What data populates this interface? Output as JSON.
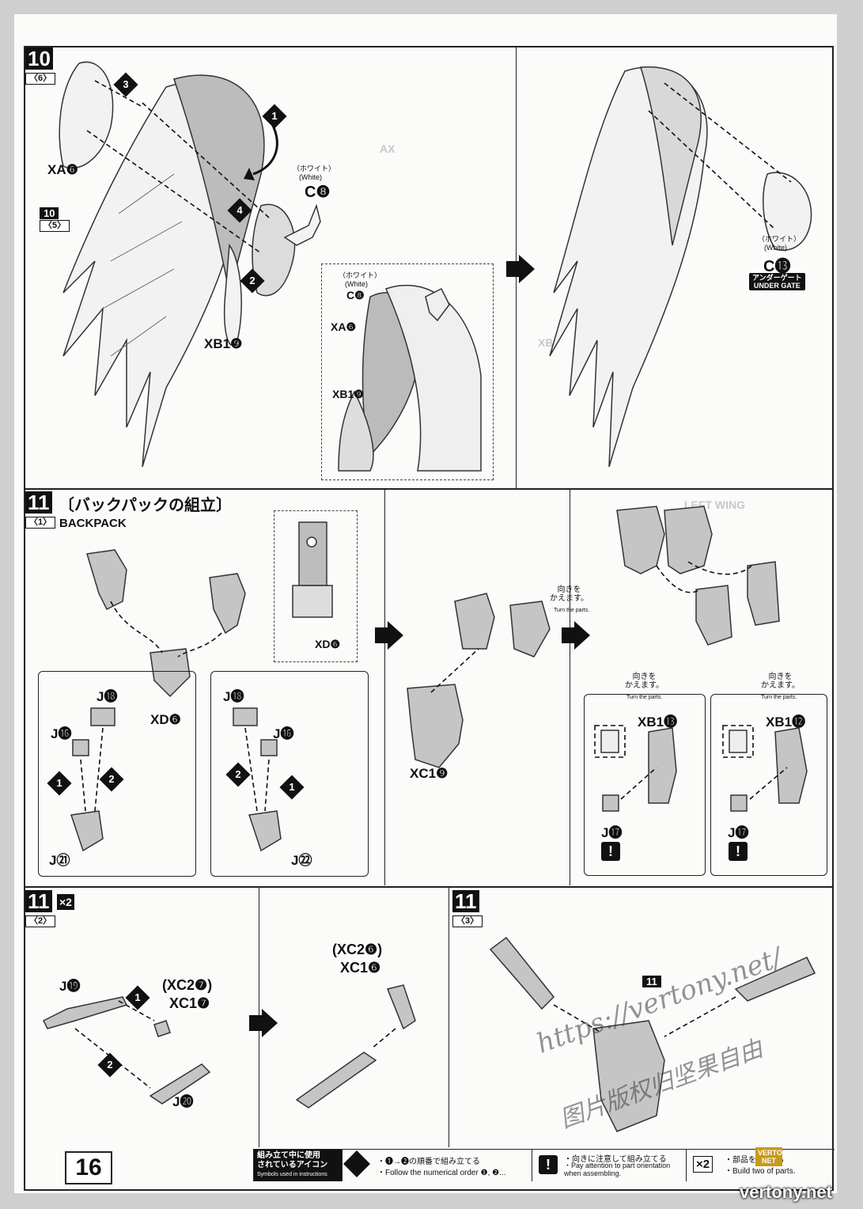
{
  "page_number": "16",
  "step10": {
    "number": "10",
    "sub": "〈6〉",
    "ref_number": "10",
    "ref_sub": "〈5〉",
    "labels": {
      "xa": "XA",
      "xa_num": "❻",
      "c_jp": "（ホワイト）",
      "c_en": "(White)",
      "c": "C",
      "c_num": "❽",
      "xb1": "XB1",
      "xb1_num": "❾",
      "c13_jp": "（ホワイト）",
      "c13_en": "(White)",
      "c13": "C",
      "c13_num": "⓭",
      "undergate_jp": "アンダーゲート",
      "undergate_en": "UNDER GATE"
    },
    "detail": {
      "c_jp": "（ホワイト）",
      "c_en": "(White)",
      "c": "C❽",
      "xa": "XA❻",
      "xb1": "XB1❾"
    },
    "order": [
      "1",
      "2",
      "3",
      "4"
    ]
  },
  "step11_1": {
    "number": "11",
    "sub": "〈1〉",
    "title_jp": "〔バックパックの組立〕",
    "title_en": "BACKPACK",
    "labels": {
      "xd6_detail": "XD❻",
      "xd6": "XD❻",
      "j18_left": "J⓲",
      "j16_left": "J⓰",
      "j21": "J㉑",
      "j18_right": "J⓲",
      "j16_right": "J⓰",
      "j22": "J㉒",
      "xc1": "XC1❾",
      "turn_jp": "向きを\nかえます。",
      "turn_en": "Turn the parts.",
      "xb1_13": "XB1⓭",
      "xb1_12": "XB1⓬",
      "j17_a": "J⓱",
      "j17_b": "J⓱",
      "turn_jp_a": "向きを\nかえます。",
      "turn_en_a": "Turn the parts.",
      "turn_jp_b": "向きを\nかえます。",
      "turn_en_b": "Turn the parts."
    }
  },
  "step11_2": {
    "number": "11",
    "sub": "〈2〉",
    "multiplier": "×2",
    "labels": {
      "j19": "J⓳",
      "xc27": "(XC2❼)",
      "xc17": "XC1❼",
      "j20": "J⓴",
      "xc26": "(XC2❻)",
      "xc16": "XC1❻"
    }
  },
  "step11_3": {
    "number": "11",
    "sub": "〈3〉",
    "ref": "11"
  },
  "legend": {
    "title_jp": "組み立て中に使用\nされているアイコン",
    "title_en": "Symbols used in instructions",
    "order_jp": "・❶→❷の順番で組み立てる",
    "order_en": "・Follow the numerical order ❶, ❷...",
    "orient_jp": "・向きに注意して組み立てる",
    "orient_en": "・Pay attention to part orientation\n  when assembling.",
    "pair_icon": "×2",
    "pair_jp": "・部品を2個作る",
    "pair_en": "・Build two of parts."
  },
  "watermark": {
    "url": "https://vertony.net/",
    "line1": "图片版权归坚果自由",
    "badge": "VERTONY NET",
    "footer": "vertony.net"
  }
}
